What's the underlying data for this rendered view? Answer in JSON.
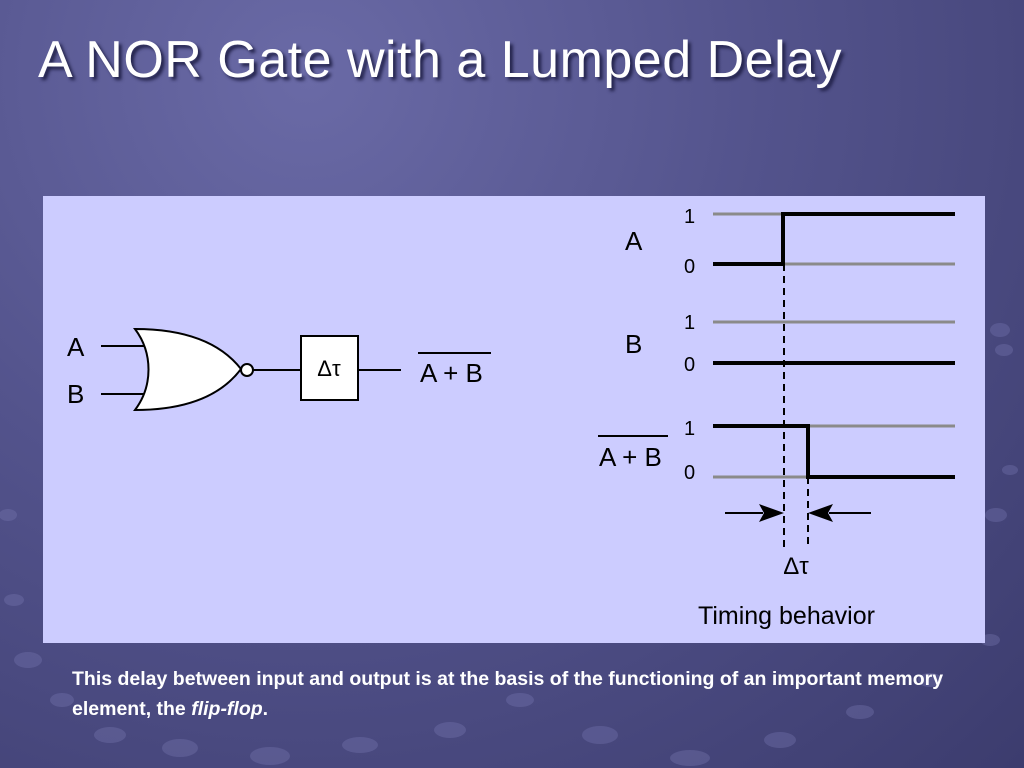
{
  "slide": {
    "title": "A NOR Gate with a Lumped Delay",
    "caption": {
      "before": "This delay between input and output is at the basis of the functioning of an important memory element, the ",
      "emphasis": "flip-flop",
      "after": "."
    }
  },
  "gate_diagram": {
    "input_a": "A",
    "input_b": "B",
    "delay_symbol": "Δτ",
    "output": "A + B"
  },
  "timing": {
    "signal_a": "A",
    "signal_b": "B",
    "signal_out": "A + B",
    "level_high": "1",
    "level_low": "0",
    "delay_label": "Δτ",
    "caption": "Timing behavior"
  },
  "colors": {
    "panel": "#ccccff",
    "background": "#53538c",
    "text": "#ffffff"
  }
}
